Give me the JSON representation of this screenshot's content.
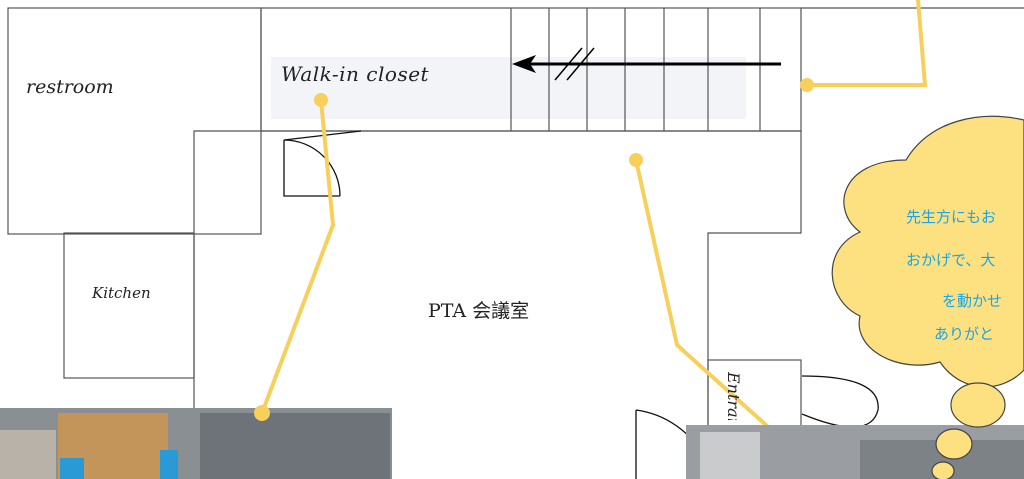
{
  "rooms": {
    "restroom": "restroom",
    "closet": "Walk-in closet",
    "kitchen": "Kitchen",
    "meeting_room": "PTA 会議室",
    "entrance": "Entrance"
  },
  "thought_bubble": {
    "lines": [
      "先生方にもお",
      "おかげで、大",
      "を動かせ",
      "ありがと"
    ],
    "fill": "#fde080",
    "text_color": "#1aa6e6"
  },
  "colors": {
    "wall": "#555555",
    "callout": "#f7cf5a",
    "closet_fill": "#f2f4f7",
    "arrow": "#000000"
  }
}
